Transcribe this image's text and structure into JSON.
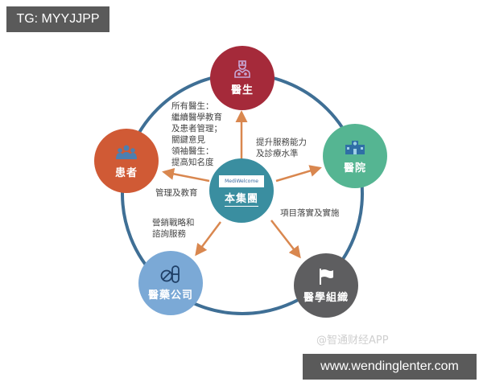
{
  "overlays": {
    "top_tag": "TG: MYYJJPP",
    "bottom_tag": "www.wendinglenter.com",
    "watermark": "@智通财经APP"
  },
  "diagram": {
    "center": {
      "label": "本集團",
      "logo_text": "MediWelcome",
      "color": "#3a8ea0"
    },
    "nodes": [
      {
        "id": "doctor",
        "label": "醫生",
        "icon": "doctor-icon",
        "color": "#a52a3a"
      },
      {
        "id": "hospital",
        "label": "醫院",
        "icon": "hospital-icon",
        "color": "#55b592"
      },
      {
        "id": "medical-org",
        "label": "醫學組織",
        "icon": "flag-icon",
        "color": "#5e5e60"
      },
      {
        "id": "pharma",
        "label": "醫藥公司",
        "icon": "pill-icon",
        "color": "#7ba9d6"
      },
      {
        "id": "patient",
        "label": "患者",
        "icon": "people-icon",
        "color": "#d05a35"
      }
    ],
    "relations": [
      {
        "to": "doctor",
        "text": "所有醫生：\n繼續醫學教育\n及患者管理；\n關鍵意見\n領袖醫生：\n提高知名度"
      },
      {
        "to": "hospital",
        "text": "提升服務能力\n及診療水準"
      },
      {
        "to": "medical-org",
        "text": "項目落實及實施"
      },
      {
        "to": "pharma",
        "text": "營銷戰略和\n諮詢服務"
      },
      {
        "to": "patient",
        "text": "管理及教育"
      }
    ],
    "colors": {
      "ring": "#3f6f95",
      "arrow": "#d9874f"
    }
  }
}
